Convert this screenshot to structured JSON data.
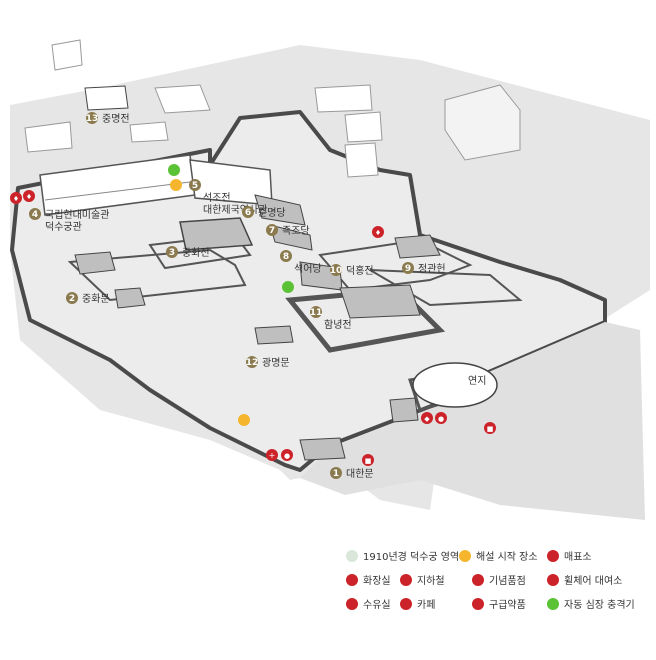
{
  "places": [
    {
      "num": "1",
      "label": "대한문"
    },
    {
      "num": "2",
      "label": "중화문"
    },
    {
      "num": "3",
      "label": "중화전"
    },
    {
      "num": "4",
      "label": "국립현대미술관",
      "label2": "덕수궁관"
    },
    {
      "num": "5",
      "label": "석조전",
      "label2": "대한제국역사관"
    },
    {
      "num": "6",
      "label": "준명당"
    },
    {
      "num": "7",
      "label": "즉조당"
    },
    {
      "num": "8",
      "label": "석어당"
    },
    {
      "num": "9",
      "label": "정관헌"
    },
    {
      "num": "10",
      "label": "덕홍전"
    },
    {
      "num": "11",
      "label": "함녕전"
    },
    {
      "num": "12",
      "label": "광명문"
    },
    {
      "num": "13",
      "label": "중명전"
    }
  ],
  "pond_label": "연지",
  "legend": [
    {
      "label": "1910년경 덕수궁 영역",
      "icon": "area-swatch",
      "color": "#d9e6d9"
    },
    {
      "label": "해설 시작 장소",
      "icon": "sun-icon",
      "color": "#f5b62e"
    },
    {
      "label": "매표소",
      "icon": "ticket-icon",
      "color": "#cc2229"
    },
    {
      "label": "화장실",
      "icon": "restroom-icon",
      "color": "#cc2229"
    },
    {
      "label": "지하철",
      "icon": "subway-icon",
      "color": "#cc2229"
    },
    {
      "label": "기념품점",
      "icon": "souvenir-icon",
      "color": "#cc2229"
    },
    {
      "label": "휠체어 대여소",
      "icon": "wheelchair-icon",
      "color": "#cc2229"
    },
    {
      "label": "수유실",
      "icon": "nursing-room-icon",
      "color": "#cc2229"
    },
    {
      "label": "카페",
      "icon": "cafe-icon",
      "color": "#cc2229"
    },
    {
      "label": "구급약품",
      "icon": "first-aid-icon",
      "color": "#cc2229"
    },
    {
      "label": "자동 심장 충격기",
      "icon": "aed-icon",
      "color": "#5bc236"
    }
  ],
  "colors": {
    "marker": "#8b7a4e",
    "facility": "#cc2229",
    "wall": "#4a4a4a",
    "ground": "#ebebeb",
    "outside": "#e3e3e3",
    "aed": "#5bc236",
    "guide": "#f5b62e"
  }
}
